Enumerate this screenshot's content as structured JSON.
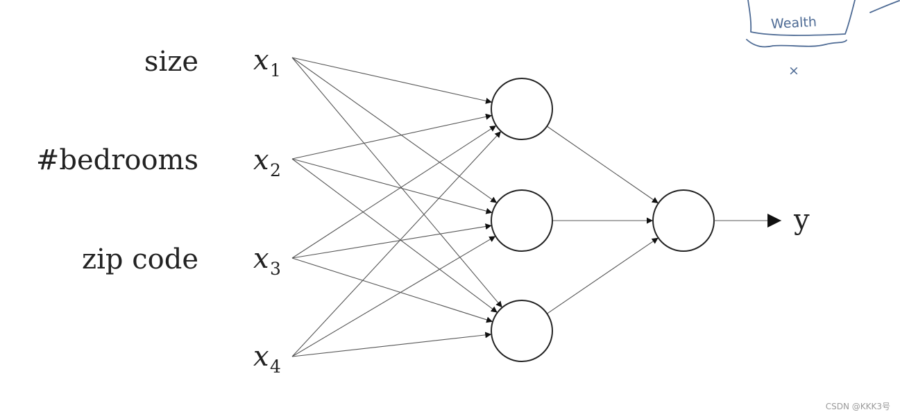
{
  "inputs": [
    {
      "feature": "size",
      "var": "x",
      "sub": "1"
    },
    {
      "feature": "#bedrooms",
      "var": "x",
      "sub": "2"
    },
    {
      "feature": "zip code",
      "var": "x",
      "sub": "3"
    },
    {
      "feature": "",
      "var": "x",
      "sub": "4"
    }
  ],
  "hidden_nodes": 3,
  "output_label": "y",
  "edges": {
    "input_to_hidden": "all",
    "hidden_to_output": "all"
  },
  "annotation": {
    "note": "Wealth",
    "mark": "×"
  },
  "watermark": "CSDN @KKK3号",
  "colors": {
    "ink": "#222222",
    "edge": "#555555",
    "sketch": "#4d6a94"
  }
}
